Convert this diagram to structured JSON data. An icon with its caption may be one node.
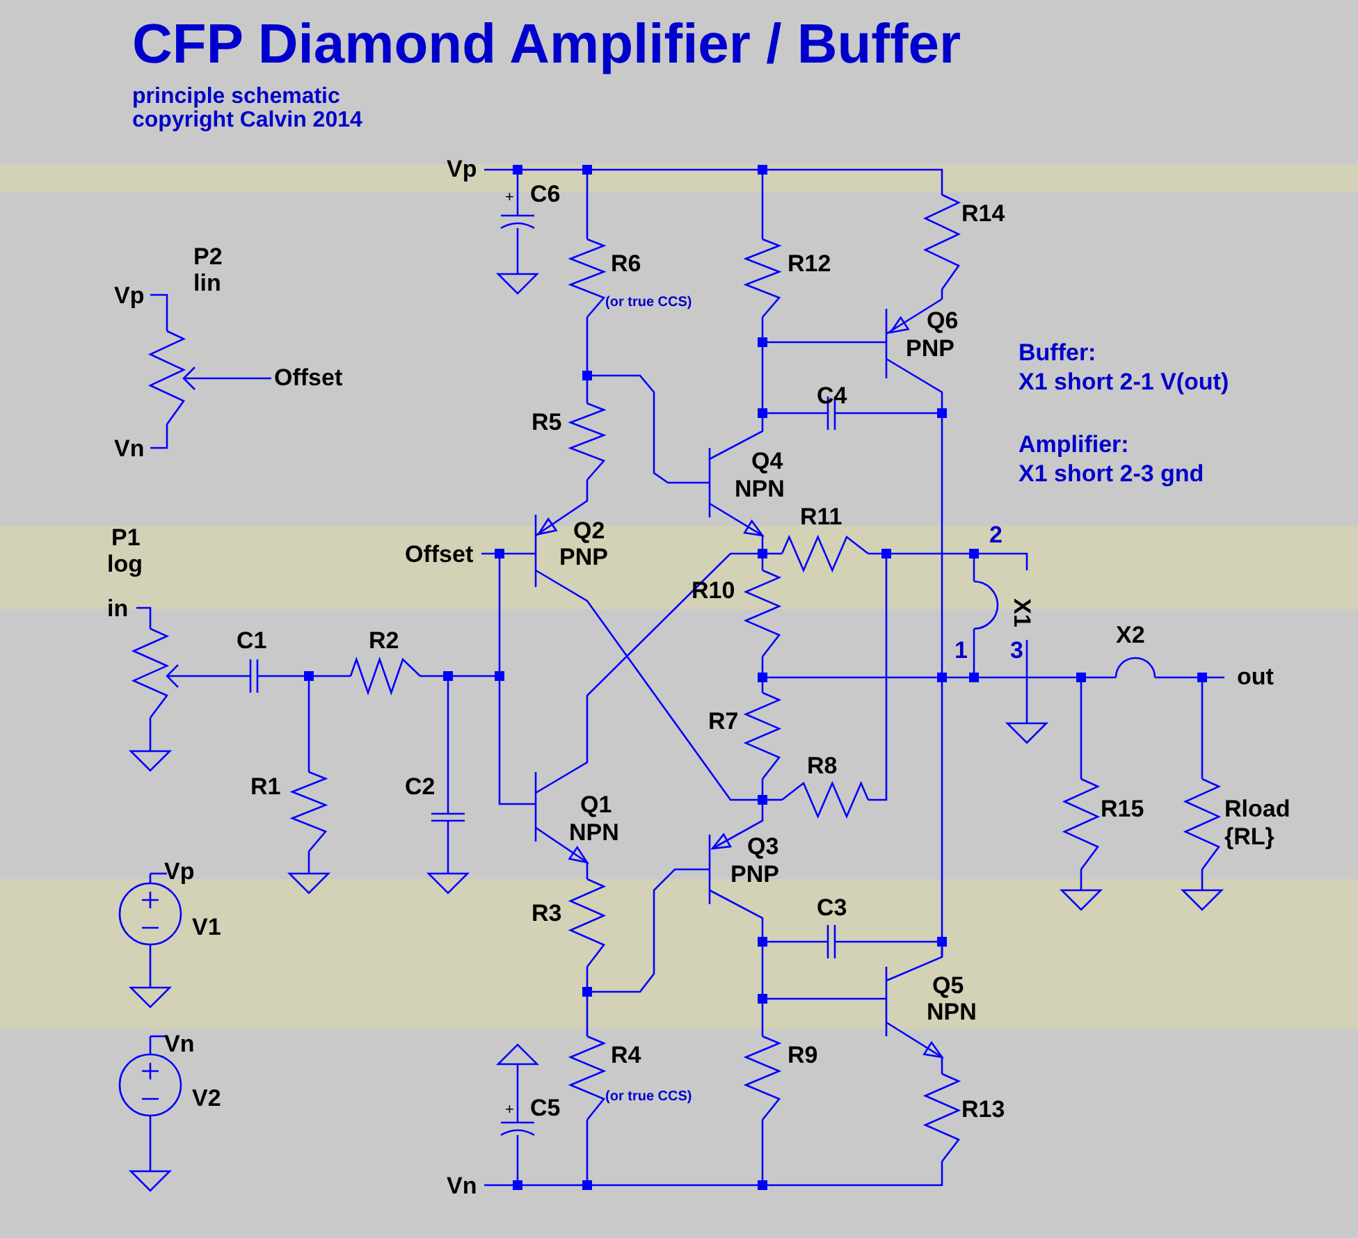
{
  "diagram": {
    "title": "CFP Diamond Amplifier / Buffer",
    "labels": [
      "principle schematic",
      "copyright Calvin 2014",
      "Vp",
      "+",
      "C6",
      "R14",
      "P2",
      "lin",
      "Vp",
      "R6",
      "(or true CCS)",
      "R12",
      "Q6",
      "PNP",
      "Buffer:",
      "Offset",
      "X1 short 2-1 V(out)",
      "C4",
      "Vn",
      "R5",
      "Amplifier:",
      "X1 short 2-3 gnd",
      "Q4",
      "NPN",
      "P1",
      "log",
      "R11",
      "2",
      "Offset",
      "Q2",
      "PNP",
      "in",
      "R10",
      "X1",
      "C1",
      "R2",
      "1",
      "3",
      "X2",
      "out",
      "R7",
      "R8",
      "R1",
      "C2",
      "Q1",
      "NPN",
      "R15",
      "Rload",
      "{RL}",
      "Vp",
      "Q3",
      "PNP",
      "V1",
      "R3",
      "C3",
      "Q5",
      "NPN",
      "Vn",
      "R4",
      "(or true CCS)",
      "R9",
      "V2",
      "+",
      "C5",
      "R13",
      "Vn"
    ]
  }
}
